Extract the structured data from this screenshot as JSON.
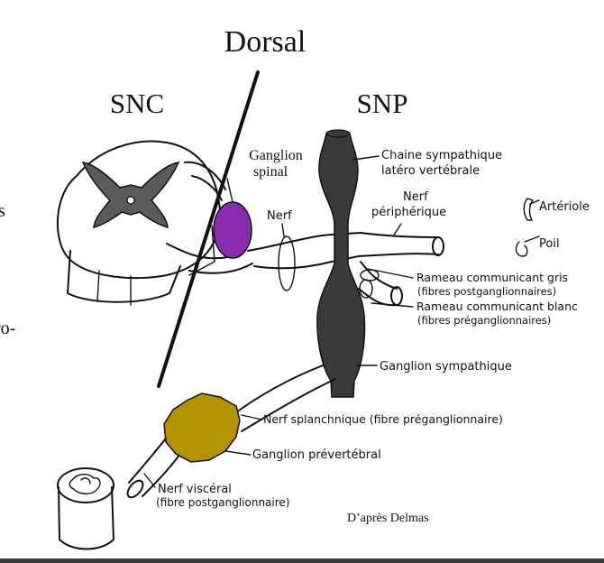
{
  "headings": {
    "dorsal": "Dorsal",
    "snc": "SNC",
    "snp": "SNP"
  },
  "labels": {
    "ganglion_spinal_1": "Ganglion",
    "ganglion_spinal_2": "spinal",
    "nerf": "Nerf",
    "chaine_1": "Chaine sympathique",
    "chaine_2": "latéro vertébrale",
    "nerf_peripherique_1": "Nerf",
    "nerf_peripherique_2": "périphérique",
    "arteriole": "Artériole",
    "poil": "Poil",
    "rameau_gris_1": "Rameau communicant gris",
    "rameau_gris_2": "(fibres postganglionnaires)",
    "rameau_blanc_1": "Rameau communicant blanc",
    "rameau_blanc_2": "(fibres préganglionnaires)",
    "ganglion_sympathique": "Ganglion sympathique",
    "nerf_splanchnique": "Nerf splanchnique (fibre préganglionnaire)",
    "ganglion_prevertebral": "Ganglion prévertébral",
    "nerf_visceral_1": "Nerf viscéral",
    "nerf_visceral_2": "(fibre postganglionnaire)"
  },
  "edge_fragments": {
    "left_top": "s",
    "left_bottom": "ro-"
  },
  "credit": "D’après Delmas",
  "colors": {
    "spinal_ganglion": "#8a2bb0",
    "prevertebral_ganglion": "#b39400",
    "sympathetic_chain": "#3a3a3a",
    "grey_matter": "#5e5a5a"
  }
}
